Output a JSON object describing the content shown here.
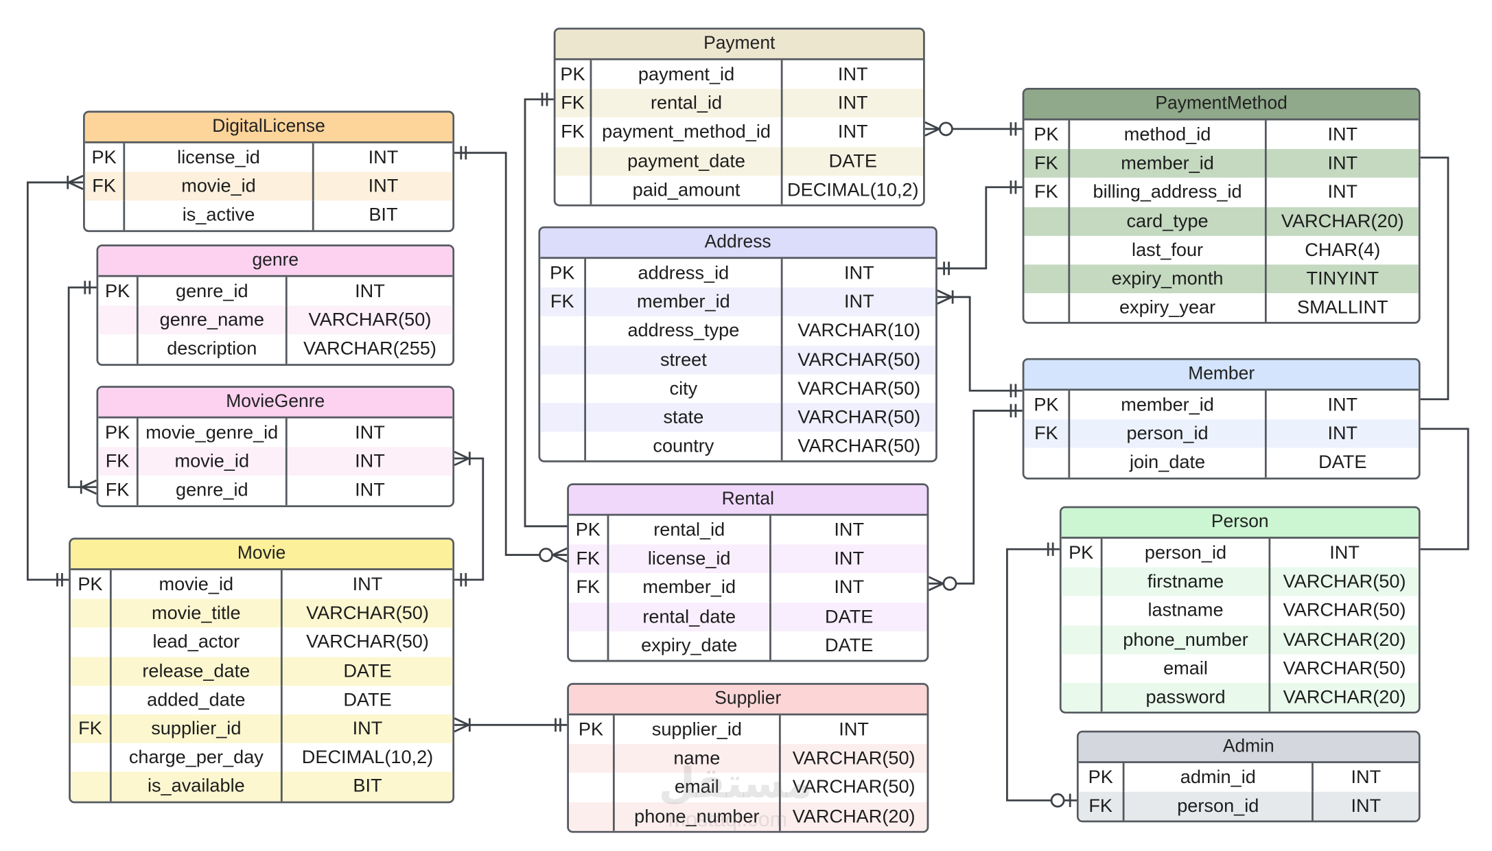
{
  "colors": {
    "border": "#555a60",
    "line": "#3d4248"
  },
  "watermark": {
    "text": "مستقل",
    "sub": "mostaql.com"
  },
  "entities": [
    {
      "id": "payment",
      "title": "Payment",
      "header_color": "#ece6cf",
      "stripe_color": "#f7f3e2",
      "rows": [
        {
          "key": "PK",
          "name": "payment_id",
          "type": "INT"
        },
        {
          "key": "FK",
          "name": "rental_id",
          "type": "INT"
        },
        {
          "key": "FK",
          "name": "payment_method_id",
          "type": "INT"
        },
        {
          "key": "",
          "name": "payment_date",
          "type": "DATE"
        },
        {
          "key": "",
          "name": "paid_amount",
          "type": "DECIMAL(10,2)"
        }
      ]
    },
    {
      "id": "paymentmethod",
      "title": "PaymentMethod",
      "header_color": "#8fa98a",
      "stripe_color": "#c4d9c0",
      "rows": [
        {
          "key": "PK",
          "name": "method_id",
          "type": "INT"
        },
        {
          "key": "FK",
          "name": "member_id",
          "type": "INT"
        },
        {
          "key": "FK",
          "name": "billing_address_id",
          "type": "INT"
        },
        {
          "key": "",
          "name": "card_type",
          "type": "VARCHAR(20)"
        },
        {
          "key": "",
          "name": "last_four",
          "type": "CHAR(4)"
        },
        {
          "key": "",
          "name": "expiry_month",
          "type": "TINYINT"
        },
        {
          "key": "",
          "name": "expiry_year",
          "type": "SMALLINT"
        }
      ]
    },
    {
      "id": "digitallicense",
      "title": "DigitalLicense",
      "header_color": "#fdd49a",
      "stripe_color": "#fdf0dc",
      "rows": [
        {
          "key": "PK",
          "name": "license_id",
          "type": "INT"
        },
        {
          "key": "FK",
          "name": "movie_id",
          "type": "INT"
        },
        {
          "key": "",
          "name": "is_active",
          "type": "BIT"
        }
      ]
    },
    {
      "id": "genre",
      "title": "genre",
      "header_color": "#fcd2f0",
      "stripe_color": "#fdf0f9",
      "rows": [
        {
          "key": "PK",
          "name": "genre_id",
          "type": "INT"
        },
        {
          "key": "",
          "name": "genre_name",
          "type": "VARCHAR(50)"
        },
        {
          "key": "",
          "name": "description",
          "type": "VARCHAR(255)"
        }
      ]
    },
    {
      "id": "address",
      "title": "Address",
      "header_color": "#dcdcfb",
      "stripe_color": "#efeffd",
      "rows": [
        {
          "key": "PK",
          "name": "address_id",
          "type": "INT"
        },
        {
          "key": "FK",
          "name": "member_id",
          "type": "INT"
        },
        {
          "key": "",
          "name": "address_type",
          "type": "VARCHAR(10)"
        },
        {
          "key": "",
          "name": "street",
          "type": "VARCHAR(50)"
        },
        {
          "key": "",
          "name": "city",
          "type": "VARCHAR(50)"
        },
        {
          "key": "",
          "name": "state",
          "type": "VARCHAR(50)"
        },
        {
          "key": "",
          "name": "country",
          "type": "VARCHAR(50)"
        }
      ]
    },
    {
      "id": "member",
      "title": "Member",
      "header_color": "#d3e4fc",
      "stripe_color": "#ecf2fd",
      "rows": [
        {
          "key": "PK",
          "name": "member_id",
          "type": "INT"
        },
        {
          "key": "FK",
          "name": "person_id",
          "type": "INT"
        },
        {
          "key": "",
          "name": "join_date",
          "type": "DATE"
        }
      ]
    },
    {
      "id": "moviegenre",
      "title": "MovieGenre",
      "header_color": "#fcd2f0",
      "stripe_color": "#fdf0f9",
      "rows": [
        {
          "key": "PK",
          "name": "movie_genre_id",
          "type": "INT"
        },
        {
          "key": "FK",
          "name": "movie_id",
          "type": "INT"
        },
        {
          "key": "FK",
          "name": "genre_id",
          "type": "INT"
        }
      ]
    },
    {
      "id": "rental",
      "title": "Rental",
      "header_color": "#f0d8fb",
      "stripe_color": "#f8eefd",
      "rows": [
        {
          "key": "PK",
          "name": "rental_id",
          "type": "INT"
        },
        {
          "key": "FK",
          "name": "license_id",
          "type": "INT"
        },
        {
          "key": "FK",
          "name": "member_id",
          "type": "INT"
        },
        {
          "key": "",
          "name": "rental_date",
          "type": "DATE"
        },
        {
          "key": "",
          "name": "expiry_date",
          "type": "DATE"
        }
      ]
    },
    {
      "id": "person",
      "title": "Person",
      "header_color": "#ccf5d2",
      "stripe_color": "#e9faec",
      "rows": [
        {
          "key": "PK",
          "name": "person_id",
          "type": "INT"
        },
        {
          "key": "",
          "name": "firstname",
          "type": "VARCHAR(50)"
        },
        {
          "key": "",
          "name": "lastname",
          "type": "VARCHAR(50)"
        },
        {
          "key": "",
          "name": "phone_number",
          "type": "VARCHAR(20)"
        },
        {
          "key": "",
          "name": "email",
          "type": "VARCHAR(50)"
        },
        {
          "key": "",
          "name": "password",
          "type": "VARCHAR(20)"
        }
      ]
    },
    {
      "id": "movie",
      "title": "Movie",
      "header_color": "#fcf09a",
      "stripe_color": "#fcf7cf",
      "rows": [
        {
          "key": "PK",
          "name": "movie_id",
          "type": "INT"
        },
        {
          "key": "",
          "name": "movie_title",
          "type": "VARCHAR(50)"
        },
        {
          "key": "",
          "name": "lead_actor",
          "type": "VARCHAR(50)"
        },
        {
          "key": "",
          "name": "release_date",
          "type": "DATE"
        },
        {
          "key": "",
          "name": "added_date",
          "type": "DATE"
        },
        {
          "key": "FK",
          "name": "supplier_id",
          "type": "INT"
        },
        {
          "key": "",
          "name": "charge_per_day",
          "type": "DECIMAL(10,2)"
        },
        {
          "key": "",
          "name": "is_available",
          "type": "BIT"
        }
      ]
    },
    {
      "id": "supplier",
      "title": "Supplier",
      "header_color": "#fcd6d6",
      "stripe_color": "#fdeeee",
      "rows": [
        {
          "key": "PK",
          "name": "supplier_id",
          "type": "INT"
        },
        {
          "key": "",
          "name": "name",
          "type": "VARCHAR(50)"
        },
        {
          "key": "",
          "name": "email",
          "type": "VARCHAR(50)"
        },
        {
          "key": "",
          "name": "phone_number",
          "type": "VARCHAR(20)"
        }
      ]
    },
    {
      "id": "admin",
      "title": "Admin",
      "header_color": "#d4d8de",
      "stripe_color": "#e6e9ec",
      "rows": [
        {
          "key": "PK",
          "name": "admin_id",
          "type": "INT"
        },
        {
          "key": "FK",
          "name": "person_id",
          "type": "INT"
        }
      ]
    }
  ],
  "relationships": [
    {
      "name": "payment-rental",
      "from": "rental",
      "to": "payment",
      "from_end": "one",
      "to_end": "one"
    },
    {
      "name": "payment-paymentmethod",
      "from": "payment",
      "to": "paymentmethod",
      "from_end": "zero-many",
      "to_end": "one"
    },
    {
      "name": "paymentmethod-address",
      "from": "address",
      "to": "paymentmethod",
      "from_end": "one",
      "to_end": "one"
    },
    {
      "name": "paymentmethod-member",
      "from": "paymentmethod",
      "to": "member",
      "from_end": "many",
      "to_end": "one"
    },
    {
      "name": "address-member",
      "from": "address",
      "to": "member",
      "from_end": "many",
      "to_end": "one"
    },
    {
      "name": "rental-member",
      "from": "rental",
      "to": "member",
      "from_end": "zero-many",
      "to_end": "one"
    },
    {
      "name": "member-person",
      "from": "member",
      "to": "person",
      "from_end": "zero-one",
      "to_end": "one"
    },
    {
      "name": "admin-person",
      "from": "admin",
      "to": "person",
      "from_end": "zero-one",
      "to_end": "one"
    },
    {
      "name": "digitallicense-rental",
      "from": "digitallicense",
      "to": "rental",
      "from_end": "one",
      "to_end": "zero-many"
    },
    {
      "name": "digitallicense-movie",
      "from": "digitallicense",
      "to": "movie",
      "from_end": "many",
      "to_end": "one"
    },
    {
      "name": "genre-moviegenre",
      "from": "genre",
      "to": "moviegenre",
      "from_end": "one",
      "to_end": "many"
    },
    {
      "name": "movie-moviegenre",
      "from": "movie",
      "to": "moviegenre",
      "from_end": "one",
      "to_end": "many"
    },
    {
      "name": "movie-supplier",
      "from": "movie",
      "to": "supplier",
      "from_end": "many",
      "to_end": "one"
    }
  ]
}
